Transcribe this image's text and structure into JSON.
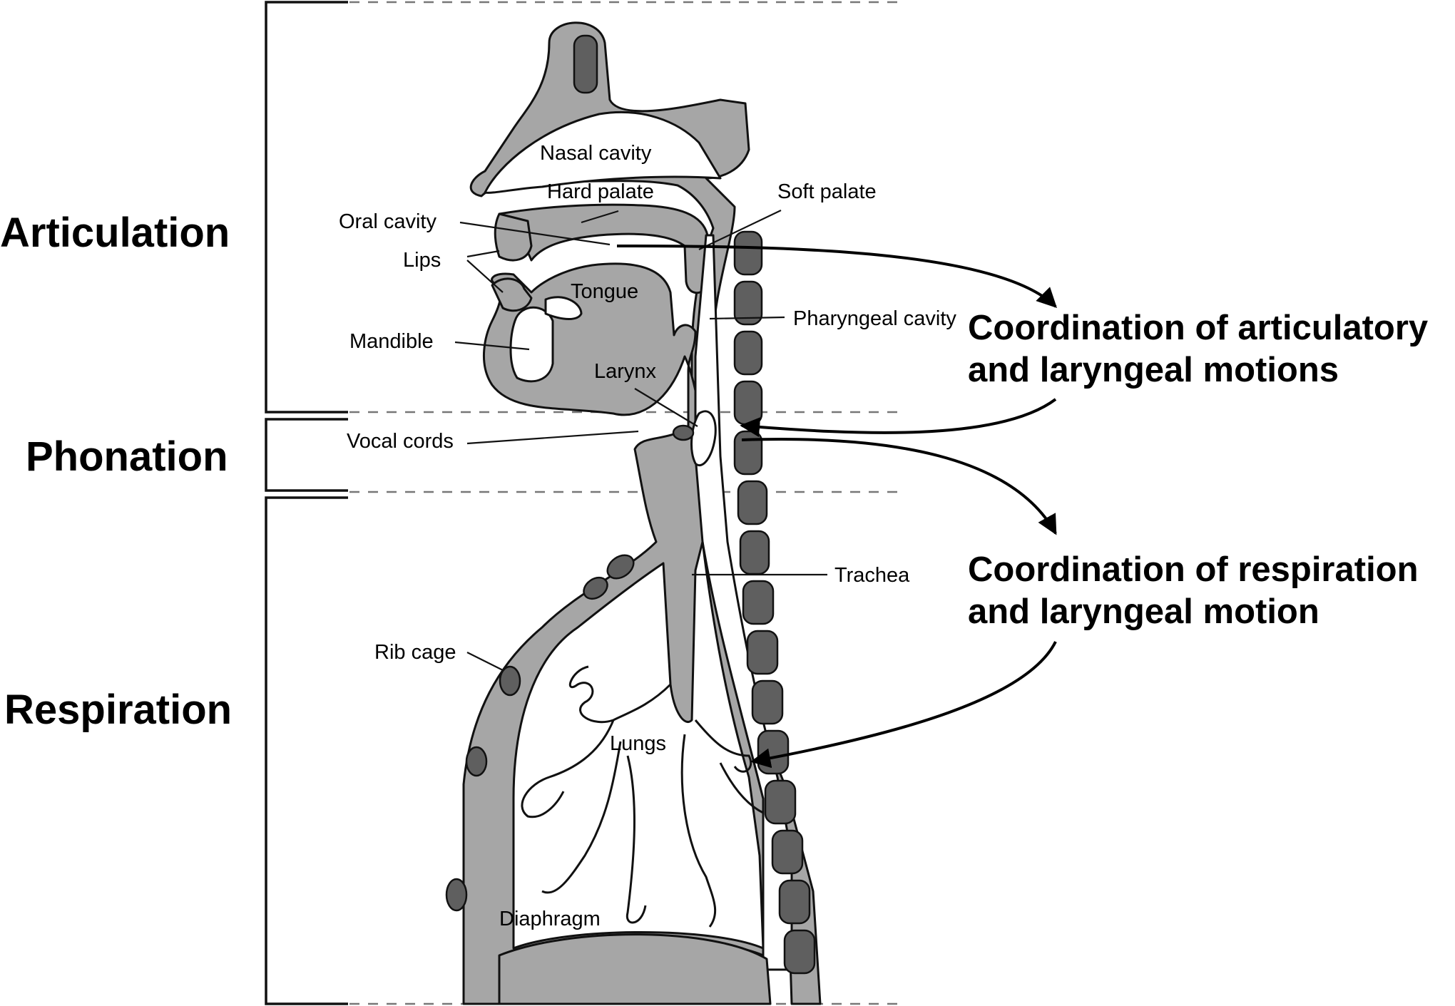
{
  "sections": {
    "articulation": "Articulation",
    "phonation": "Phonation",
    "respiration": "Respiration"
  },
  "parts": {
    "nasal_cavity": "Nasal cavity",
    "hard_palate": "Hard palate",
    "soft_palate": "Soft palate",
    "oral_cavity": "Oral cavity",
    "lips": "Lips",
    "tongue": "Tongue",
    "mandible": "Mandible",
    "pharyngeal_cavity": "Pharyngeal cavity",
    "larynx": "Larynx",
    "vocal_cords": "Vocal cords",
    "trachea": "Trachea",
    "rib_cage": "Rib cage",
    "lungs": "Lungs",
    "diaphragm": "Diaphragm"
  },
  "coordination": {
    "articulatory_line1": "Coordination of articulatory",
    "articulatory_line2": "and laryngeal motions",
    "respiration_line1": "Coordination of respiration",
    "respiration_line2": "and laryngeal motion"
  }
}
